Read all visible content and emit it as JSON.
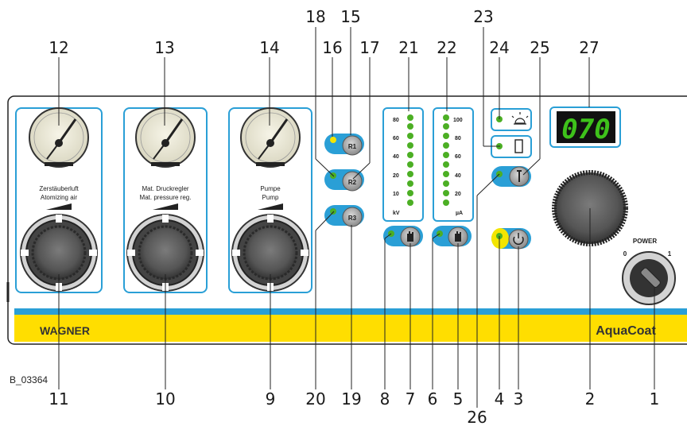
{
  "image_id": "B_03364",
  "brand": "WAGNER",
  "product": "AquaCoat",
  "gauges": [
    {
      "label_de": "Zerstäuberluft",
      "label_en": "Atomizing air"
    },
    {
      "label_de": "Mat. Druckregler",
      "label_en": "Mat. pressure reg."
    },
    {
      "label_de": "Pumpe",
      "label_en": "Pump"
    }
  ],
  "recipes": [
    "R1",
    "R2",
    "R3"
  ],
  "kv_scale": [
    "80",
    "60",
    "40",
    "20",
    "10"
  ],
  "kv_unit": "kV",
  "ua_scale": [
    "100",
    "80",
    "60",
    "40",
    "20"
  ],
  "ua_unit": "µA",
  "display_value": "070",
  "power": {
    "label": "POWER",
    "off": "0",
    "on": "1"
  },
  "callouts": {
    "n1": "1",
    "n2": "2",
    "n3": "3",
    "n4": "4",
    "n5": "5",
    "n6": "6",
    "n7": "7",
    "n8": "8",
    "n9": "9",
    "n10": "10",
    "n11": "11",
    "n12": "12",
    "n13": "13",
    "n14": "14",
    "n15": "15",
    "n16": "16",
    "n17": "17",
    "n18": "18",
    "n19": "19",
    "n20": "20",
    "n21": "21",
    "n22": "22",
    "n23": "23",
    "n24": "24",
    "n25": "25",
    "n26": "26",
    "n27": "27"
  },
  "colors": {
    "panel_blue": "#2a9fd6",
    "strip_yellow": "#ffde00",
    "led_green": "#4caf24",
    "led_yellow": "#f3e500",
    "display_green": "#3ec21b",
    "knob_dark": "#3c3c3c"
  }
}
